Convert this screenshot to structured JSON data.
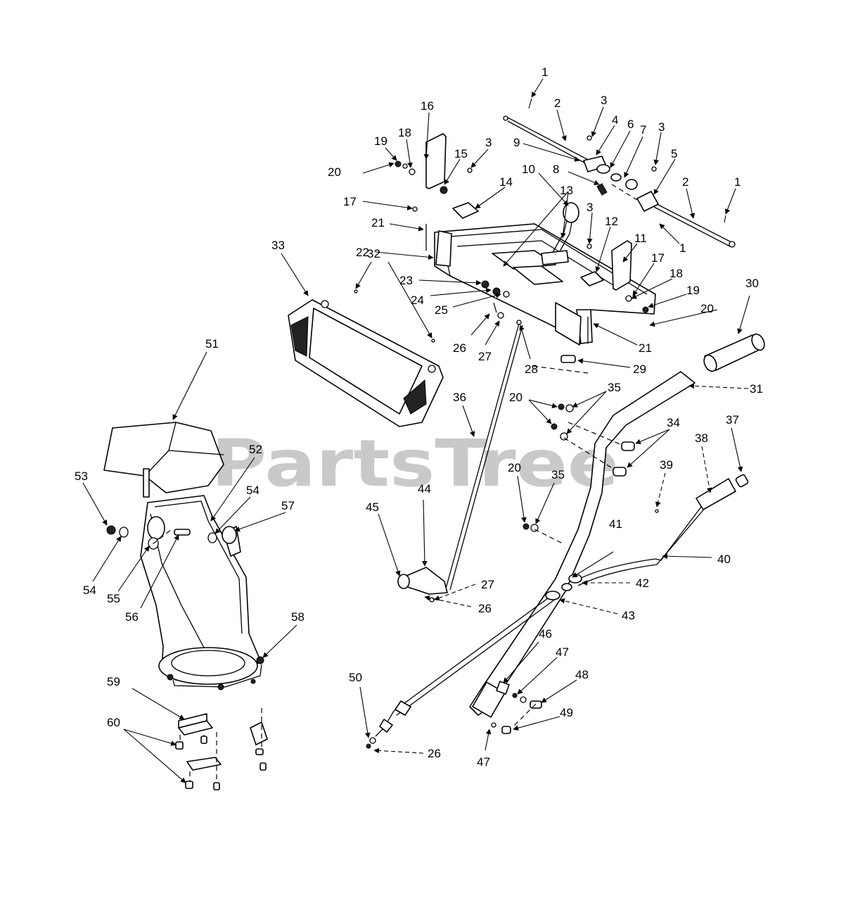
{
  "watermark": "PartsTree",
  "callouts": [
    "1",
    "2",
    "3",
    "4",
    "5",
    "6",
    "7",
    "8",
    "9",
    "10",
    "11",
    "12",
    "13",
    "14",
    "15",
    "16",
    "17",
    "18",
    "19",
    "20",
    "21",
    "22",
    "23",
    "24",
    "25",
    "26",
    "27",
    "28",
    "29",
    "30",
    "31",
    "32",
    "33",
    "34",
    "35",
    "36",
    "37",
    "38",
    "39",
    "40",
    "41",
    "42",
    "43",
    "44",
    "45",
    "46",
    "47",
    "48",
    "49",
    "50",
    "51",
    "52",
    "53",
    "54",
    "55",
    "56",
    "57",
    "58",
    "59",
    "60"
  ],
  "colors": {
    "line": "#000000",
    "watermark": "#c9c9c9",
    "background": "#ffffff"
  }
}
